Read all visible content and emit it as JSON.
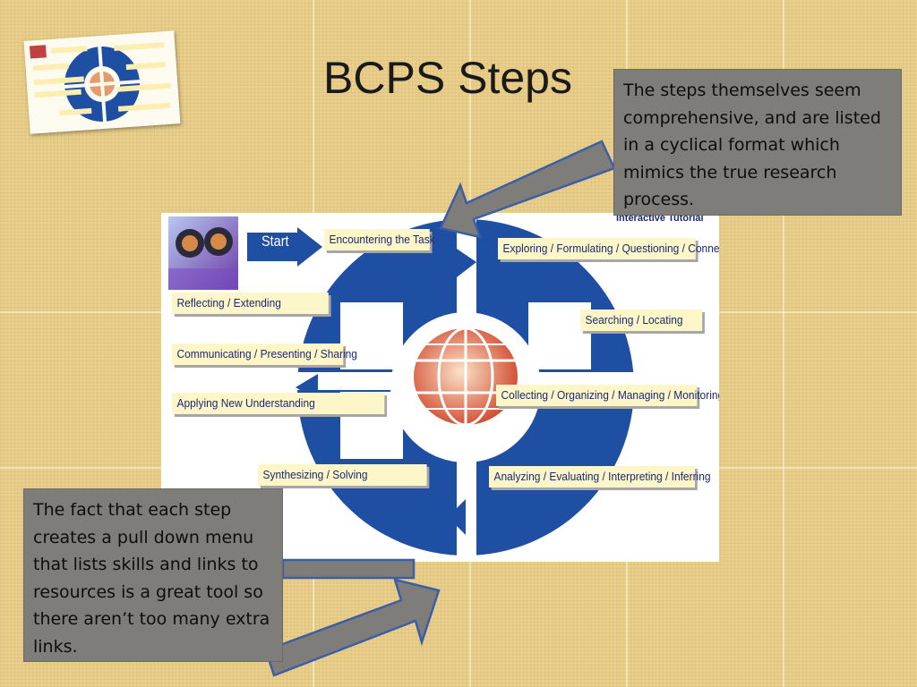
{
  "slide": {
    "title": "BCPS Steps"
  },
  "callouts": {
    "top": "The steps themselves seem comprehensive, and are listed in a cyclical format which mimics the true research process.",
    "bottom": "The fact that each step creates a pull down menu that lists skills and links to resources is a great tool so there aren’t too many extra links."
  },
  "diagram": {
    "tutorial_label": "Interactive Tutorial",
    "start_label": "Start",
    "steps": {
      "encountering": "Encountering the Task",
      "exploring": "Exploring / Formulating / Questioning / Connecting",
      "reflecting": "Reflecting / Extending",
      "searching": "Searching / Locating",
      "communicating": "Communicating / Presenting / Sharing",
      "applying": "Applying New Understanding",
      "collecting": "Collecting / Organizing / Managing / Monitoring",
      "synthesizing": "Synthesizing / Solving",
      "analyzing": "Analyzing / Evaluating / Interpreting / Inferring"
    }
  },
  "colors": {
    "ring_blue": "#1e4fa3",
    "callout_gray": "#7f7d79",
    "step_fill": "#fdf6c8",
    "background": "#e9cf8c"
  }
}
